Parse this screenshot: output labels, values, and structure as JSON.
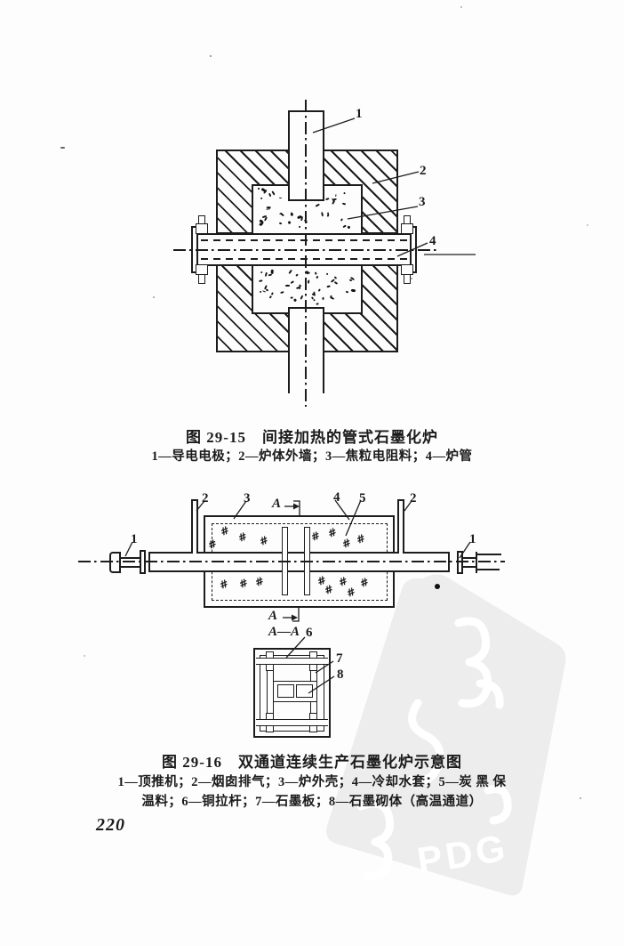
{
  "page": {
    "number": "220"
  },
  "figure_29_15": {
    "caption_title": "图 29-15　间接加热的管式石墨化炉",
    "caption_legend": "1—导电电极；2—炉体外墙；3—焦粒电阻料；4—炉管",
    "callouts": {
      "conductive_electrode": "1",
      "furnace_outer_wall": "2",
      "coke_resistance_material": "3",
      "furnace_tube": "4"
    }
  },
  "figure_29_16": {
    "caption_title": "图 29-16　双通道连续生产石墨化炉示意图",
    "caption_legend_line1": "1—顶推机；2—烟囱排气；3—炉外壳；4—冷却水套；5—炭 黑 保",
    "caption_legend_line2": "温料；6—铜拉杆；7—石墨板；8—石墨砌体（高温通道）",
    "callouts": {
      "pusher": "1",
      "chimney_exhaust": "2",
      "furnace_shell": "3",
      "cooling_water_jacket": "4",
      "carbon_black_insulation": "5",
      "copper_tie_rod": "6",
      "graphite_plate": "7",
      "graphite_masonry": "8"
    },
    "section_mark": "A",
    "section_view_title": "A—A",
    "insulation_symbol": "#"
  },
  "watermark": {
    "text": "PDG"
  }
}
